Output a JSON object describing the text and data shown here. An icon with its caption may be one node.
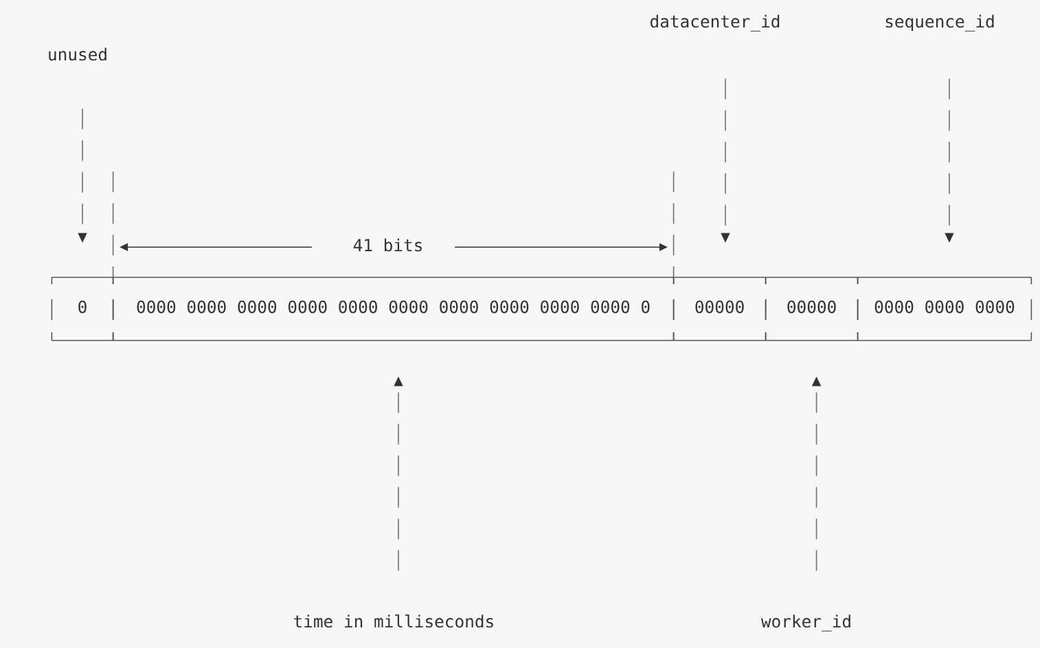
{
  "diagram": {
    "nodes": [
      {
        "text": [
          "datacenter_id"
        ]
      },
      {
        "text": [
          "sequence_id"
        ]
      },
      {
        "text": [
          "unused"
        ]
      },
      {
        "text": [
          "0"
        ]
      },
      {
        "text": [
          "0000 0000 0000 0000 0000 0000 0000 0000 0000 0000 0"
        ]
      },
      {
        "text": [
          "00000"
        ]
      },
      {
        "text": [
          "00000"
        ]
      },
      {
        "text": [
          "0000 0000 0000"
        ]
      },
      {
        "text": [
          "time in milliseconds"
        ]
      },
      {
        "text": [
          "worker_id"
        ]
      }
    ],
    "edges": [
      {
        "from": 2,
        "to": 3,
        "arrow": "to"
      },
      {
        "from": 0,
        "to": 5,
        "arrow": "to"
      },
      {
        "from": 1,
        "to": 7,
        "arrow": "to"
      },
      {
        "from": 8,
        "to": 4,
        "arrow": "to"
      },
      {
        "from": 9,
        "to": 6,
        "arrow": "to"
      }
    ],
    "labels": [
      "41 bits"
    ]
  }
}
